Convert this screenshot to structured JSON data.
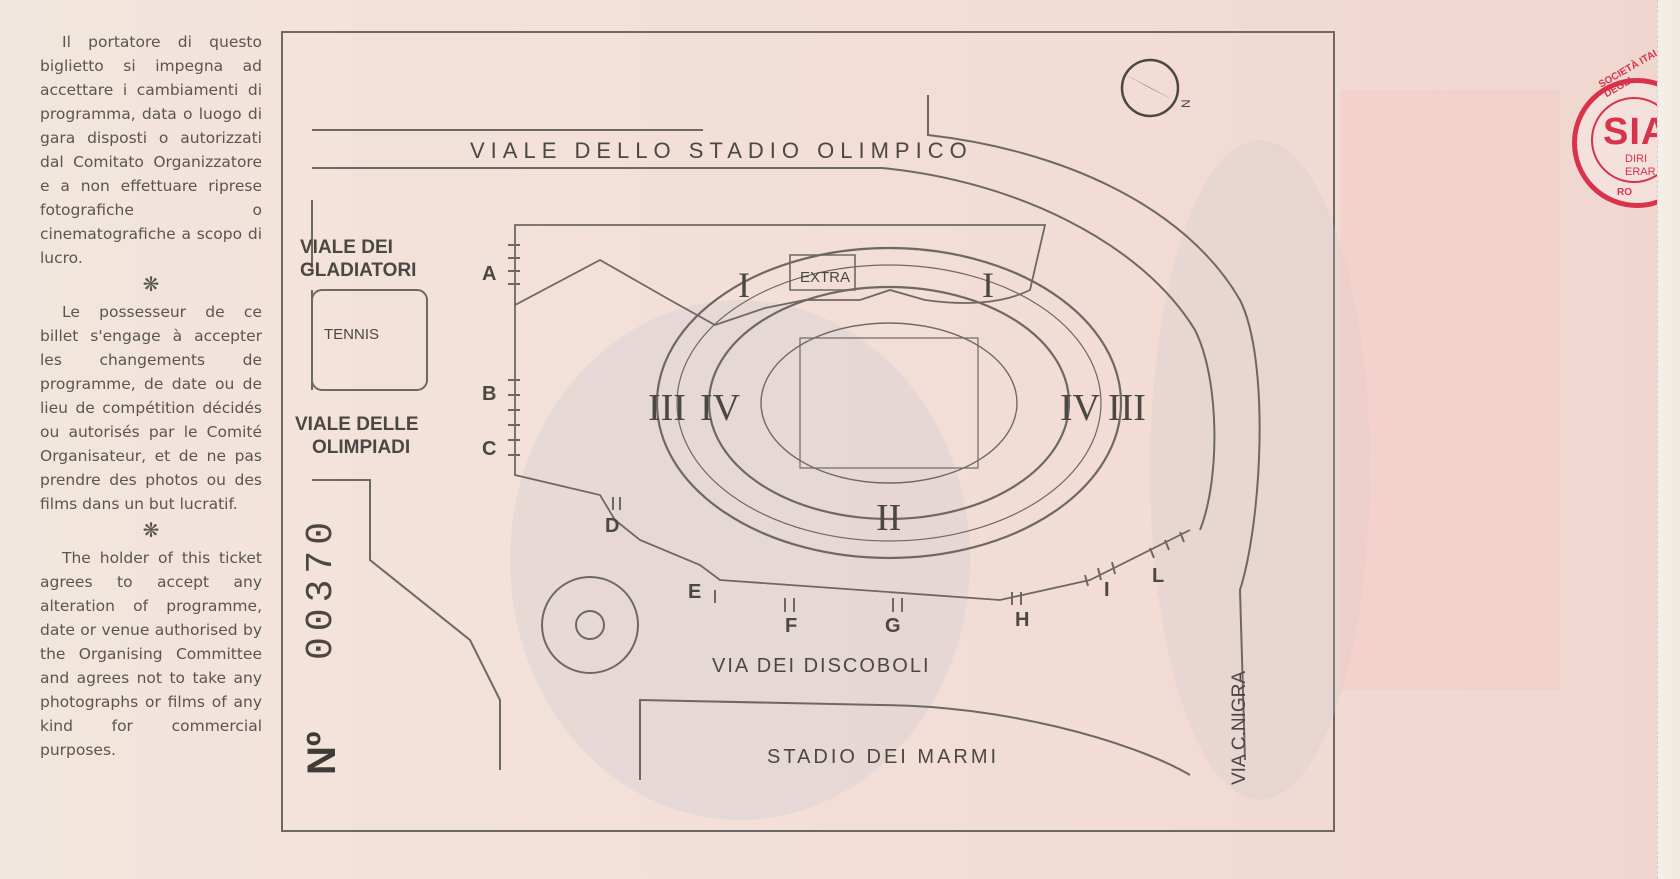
{
  "left_column": {
    "italian": "Il portatore di questo biglietto si impegna ad accettare i cambiamenti di programma, data o luogo di gara disposti o autorizzati dal Comitato Organizzatore e a non effettuare riprese fotografiche o cinematografiche a scopo di lucro.",
    "french": "Le possesseur de ce billet s'engage à accepter les changements de programme, de date ou de lieu de compétition décidés ou autorisés par le Comité Organisateur, et de ne pas prendre des photos ou des films dans un but lucratif.",
    "english": "The holder of this ticket agrees to accept any alteration of programme, date or venue authorised by the Organising Committee and agrees not to take any photographs or films of any kind for commercial purposes.",
    "separator": "❋"
  },
  "map": {
    "streets": {
      "viale_stadio": "VIALE DELLO STADIO OLIMPICO",
      "viale_gladiatori_1": "VIALE DEI",
      "viale_gladiatori_2": "GLADIATORI",
      "tennis": "TENNIS",
      "viale_olimpiadi_1": "VIALE DELLE",
      "viale_olimpiadi_2": "OLIMPIADI",
      "via_discoboli": "VIA DEI DISCOBOLI",
      "stadio_marmi": "STADIO DEI MARMI",
      "via_nigra": "VIA C.NIGRA"
    },
    "sectors": {
      "extra": "EXTRA",
      "i": "I",
      "ii": "II",
      "iii": "III",
      "iv": "IV"
    },
    "gates": [
      "A",
      "B",
      "C",
      "D",
      "E",
      "F",
      "G",
      "H",
      "I",
      "L"
    ],
    "compass_letter": "N"
  },
  "ticket_number": {
    "label": "Nº",
    "value": "00370"
  },
  "stamp": {
    "top": "SOCIETÀ ITALIANA DEGLI",
    "logo": "SIA",
    "sub_1": "DIRI",
    "sub_2": "ERAR",
    "bottom": "RO"
  },
  "colors": {
    "ink": "#5a5550",
    "stamp_red": "#d8334a",
    "paper": "#f2e2da"
  }
}
